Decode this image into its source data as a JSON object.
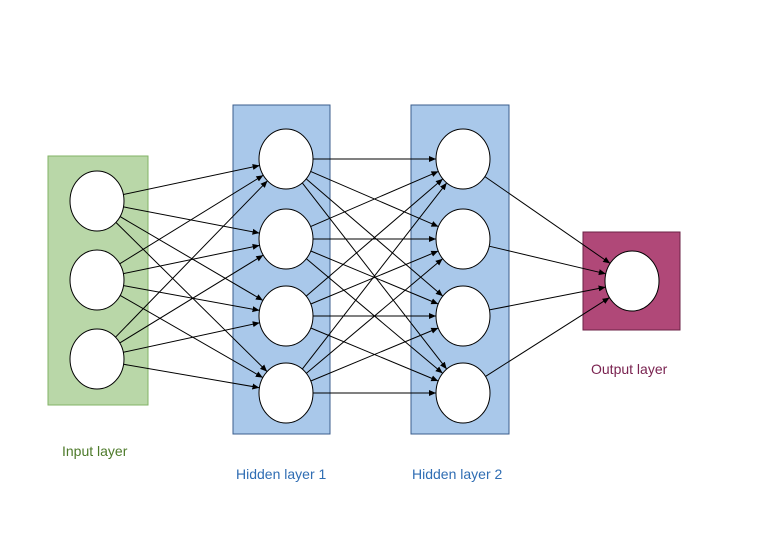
{
  "layers": [
    {
      "key": "input",
      "label": "Input layer",
      "nodes": 3,
      "fill": "#b9d7a8",
      "stroke": "#82b366",
      "label_color": "#4d7a2a"
    },
    {
      "key": "hidden1",
      "label": "Hidden layer 1",
      "nodes": 4,
      "fill": "#a9c8ea",
      "stroke": "#3b5e8c",
      "label_color": "#2f6db3"
    },
    {
      "key": "hidden2",
      "label": "Hidden layer 2",
      "nodes": 4,
      "fill": "#a9c8ea",
      "stroke": "#3b5e8c",
      "label_color": "#2f6db3"
    },
    {
      "key": "output",
      "label": "Output layer",
      "nodes": 1,
      "fill": "#b04878",
      "stroke": "#6b2246",
      "label_color": "#7a2350"
    }
  ],
  "connectivity": "fully-connected",
  "edge_color": "#000000",
  "node_fill": "#ffffff"
}
